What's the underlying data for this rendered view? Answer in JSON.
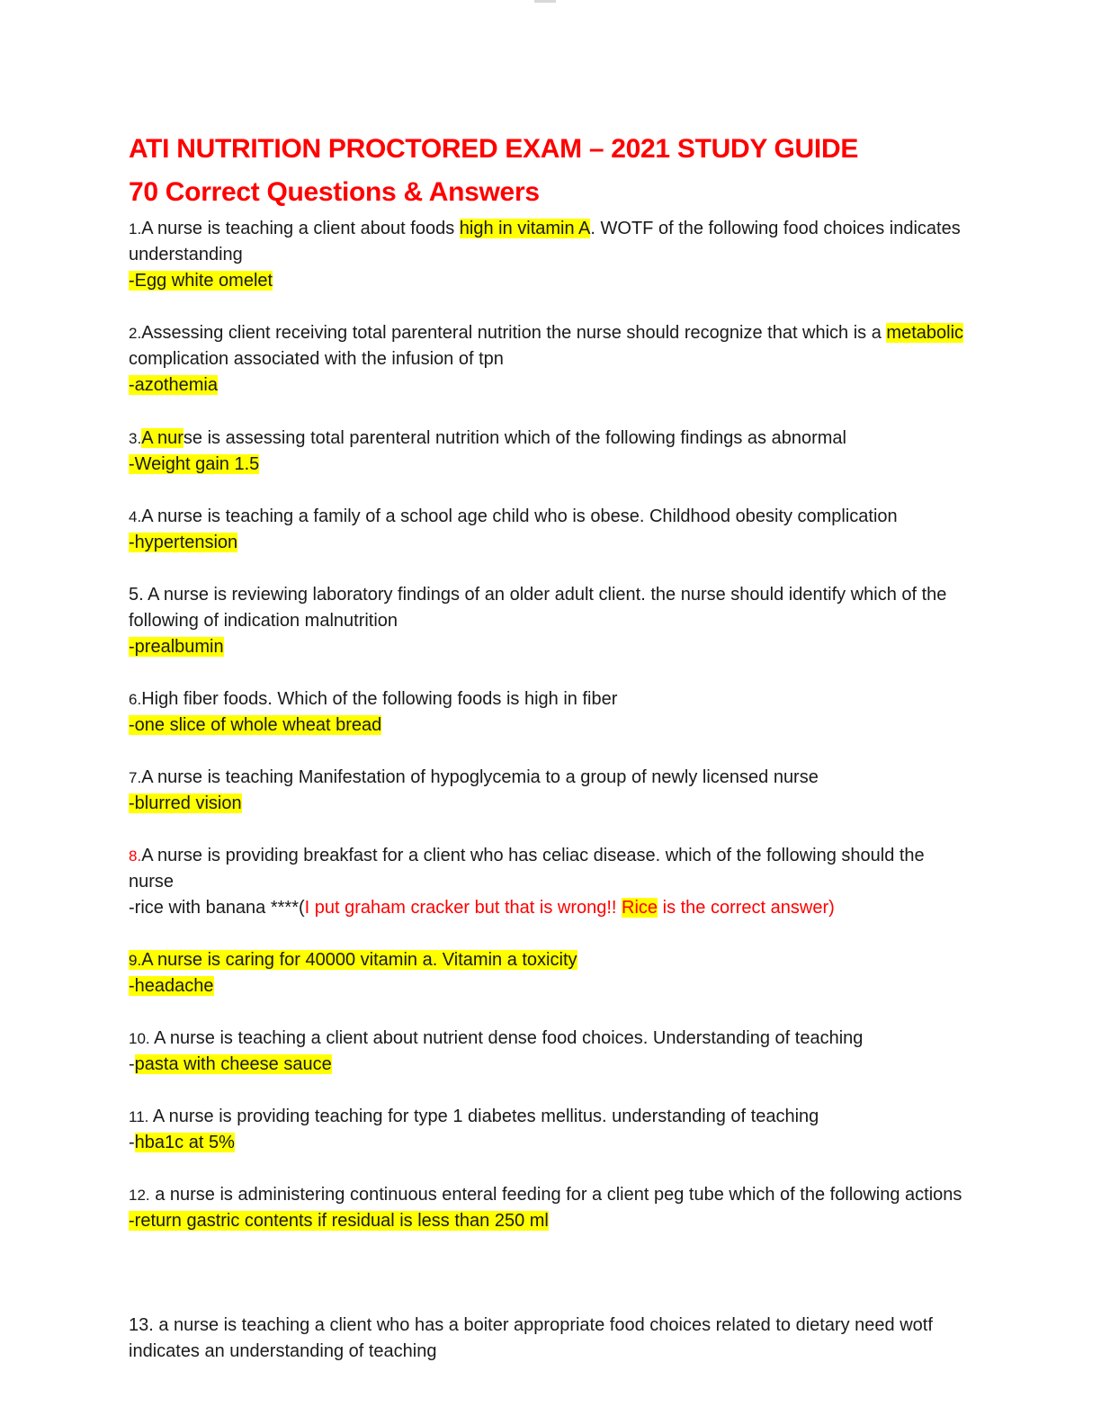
{
  "document": {
    "title": "ATI NUTRITION PROCTORED EXAM – 2021 STUDY GUIDE",
    "subtitle": "70 Correct Questions & Answers"
  },
  "questions": [
    {
      "number": "1.",
      "q_before": "A nurse is teaching a client about foods ",
      "q_highlight": "high in vitamin A",
      "q_after": ". WOTF of the following food choices indicates understanding",
      "answer": "-Egg white omelet"
    },
    {
      "number": "2.",
      "q_before": "Assessing client receiving total parenteral nutrition the nurse should recognize that which is a ",
      "q_highlight": "metabolic",
      "q_after": " complication associated with the infusion of tpn",
      "answer": "-azothemia"
    },
    {
      "number": "3.",
      "q_highlight": "A nur",
      "q_after": "se is assessing total parenteral nutrition which of the following findings as abnormal",
      "answer": "-Weight gain 1.5"
    },
    {
      "number": "4.",
      "question": "A nurse is teaching a family of a school age child who is obese. Childhood obesity complication",
      "answer": "-hypertension"
    },
    {
      "number": "5.",
      "question": " A nurse is reviewing laboratory findings of an older adult client. the nurse should identify which of the following of indication malnutrition",
      "answer": "-prealbumin"
    },
    {
      "number": "6.",
      "question": "High fiber foods. Which of the following foods is high in fiber",
      "answer": "-one slice of whole wheat bread"
    },
    {
      "number": "7.",
      "question": "A nurse is teaching Manifestation of hypoglycemia to a group of newly licensed nurse",
      "answer": "-blurred vision"
    },
    {
      "number": "8.",
      "question": "A nurse is providing breakfast for a client who has celiac disease. which of the following should the nurse",
      "answer_plain": "-rice with banana ****(",
      "answer_note_1": "I put graham cracker but that is wrong!! ",
      "answer_note_highlight": "Rice",
      "answer_note_2": " is the correct answer)"
    },
    {
      "number": "9.",
      "question": "A nurse is caring for 40000 vitamin a.  Vitamin a toxicity",
      "answer": "-headache"
    },
    {
      "number": "10.",
      "question": " A nurse is teaching a client about nutrient dense food choices. Understanding of teaching",
      "answer_prefix": "-",
      "answer": "pasta with cheese sauce"
    },
    {
      "number": "11.",
      "question": " A nurse is providing teaching for type 1 diabetes mellitus. understanding of teaching",
      "answer_prefix": "-",
      "answer": "hba1c at 5%"
    },
    {
      "number": "12.",
      "question": " a nurse is administering continuous enteral feeding for a client peg tube which of the following actions",
      "answer": "-return gastric contents if residual is less than 250 ml"
    },
    {
      "number": "13.",
      "question": " a nurse is teaching a client who has a boiter appropriate food choices related to dietary need wotf indicates an understanding of teaching"
    }
  ],
  "colors": {
    "heading": "#ff0000",
    "highlight": "#ffff00",
    "note": "#ff0000",
    "text": "#1a1a1a"
  }
}
